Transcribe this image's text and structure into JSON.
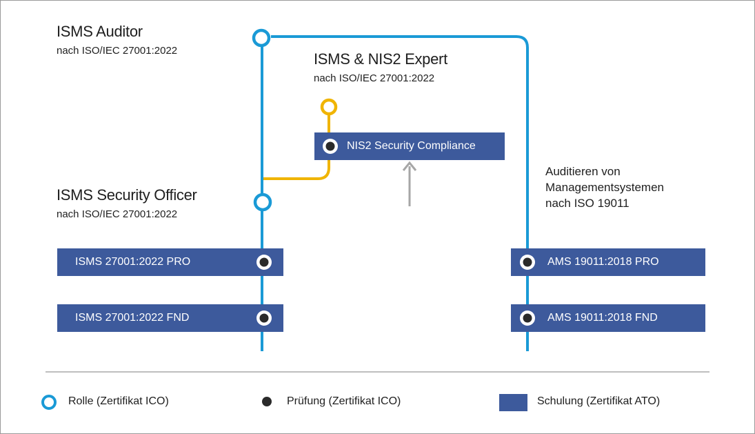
{
  "roles": {
    "auditor": {
      "title": "ISMS Auditor",
      "subtitle": "nach ISO/IEC 27001:2022"
    },
    "expert": {
      "title": "ISMS & NIS2 Expert",
      "subtitle": "nach ISO/IEC 27001:2022"
    },
    "officer": {
      "title": "ISMS Security Officer",
      "subtitle": "nach ISO/IEC 27001:2022"
    }
  },
  "courses": {
    "nis2": "NIS2 Security Compliance",
    "isms_pro": "ISMS 27001:2022 PRO",
    "isms_fnd": "ISMS 27001:2022 FND",
    "ams_pro": "AMS 19011:2018 PRO",
    "ams_fnd": "AMS 19011:2018 FND"
  },
  "note": {
    "line1": "Auditieren von",
    "line2": "Managementsystemen",
    "line3": "nach ISO 19011"
  },
  "legend": {
    "role": "Rolle (Zertifikat ICO)",
    "exam": "Prüfung  (Zertifikat ICO)",
    "training": "Schulung (Zertifikat ATO)"
  },
  "colors": {
    "blue_line": "#1a9ad6",
    "yellow_line": "#f0b400",
    "course_bg": "#3d5a9c",
    "exam_dot": "#2a2a2a",
    "arrow": "#a6a6a6",
    "divider": "#a8a8a8"
  }
}
